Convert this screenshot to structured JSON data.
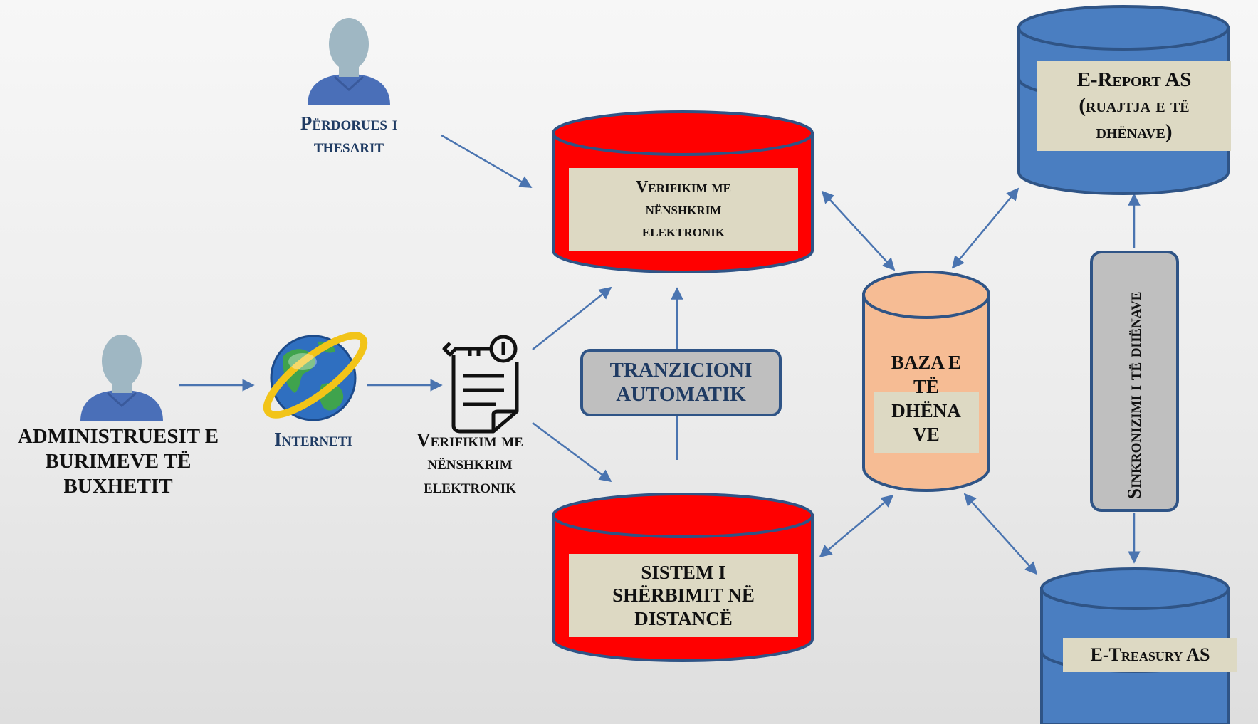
{
  "colors": {
    "arrow": "#4a74b0",
    "red_db": "#ff0000",
    "db_border": "#2f5486",
    "blue_db": "#4a7ec1",
    "peach_db": "#f6bc94",
    "grey_box": "#bfbfbf",
    "beige_panel": "#ddd9c3",
    "person": "#9fb7c3",
    "person_body": "#4a6fb8"
  },
  "icons": {
    "user_top": "person-icon",
    "user_left": "person-icon",
    "internet": "globe-icon",
    "signature": "signed-document-key-icon"
  },
  "nodes": {
    "user_treasury": {
      "label_line1": "Përdorues i",
      "label_line2": "thesarit"
    },
    "admin": {
      "label_line1": "ADMINISTRUESIT E",
      "label_line2": "BURIMEVE TË",
      "label_line3": "BUXHETIT"
    },
    "internet": {
      "label": "Interneti"
    },
    "esign_doc": {
      "label_line1": "Verifikim me",
      "label_line2": "nënshkrim",
      "label_line3": "elektronik"
    },
    "db_verify": {
      "label_line1": "Verifikim me",
      "label_line2": "nënshkrim",
      "label_line3": "elektronik"
    },
    "transition": {
      "label_line1": "TRANZICIONI",
      "label_line2": "AUTOMATIK"
    },
    "db_remote": {
      "label_line1": "SISTEM I",
      "label_line2": "SHËRBIMIT NË",
      "label_line3": "DISTANCË"
    },
    "db_main": {
      "label_line1": "BAZA E",
      "label_line2": "TË",
      "label_line3": "DHËNA",
      "label_line4": "VE"
    },
    "ereport": {
      "label_line1": "E-Report AS",
      "label_line2": "(ruajtja e të",
      "label_line3": "dhënave)"
    },
    "sync": {
      "label": "Sinkronizimi i të dhënave"
    },
    "etreasury": {
      "label": "E-Treasury AS"
    }
  }
}
